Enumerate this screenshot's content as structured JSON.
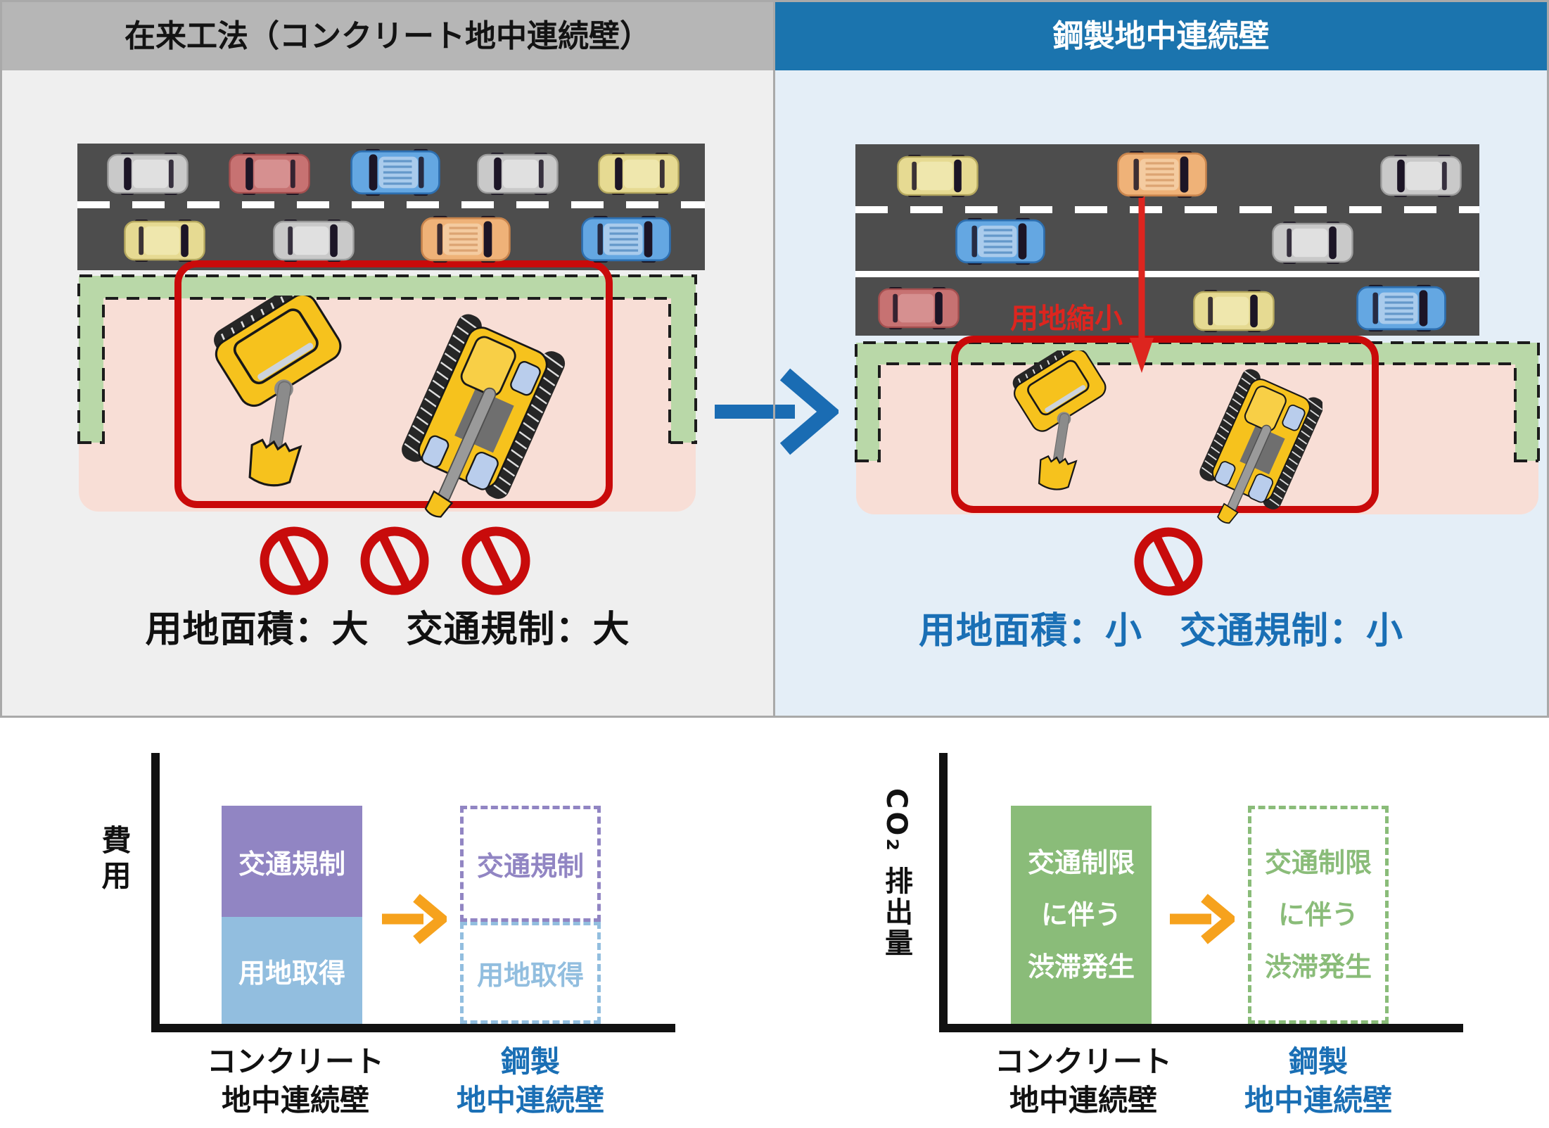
{
  "colors": {
    "header_left_bg": "#b6b6b6",
    "header_right_bg": "#1b74ae",
    "panel_left_bg": "#efefef",
    "panel_right_bg": "#e4eef7",
    "road": "#4d4d4d",
    "site_green": "#b9d8a8",
    "site_pink": "#f8ded6",
    "frame_red": "#c90a0a",
    "alert_red": "#dd251f",
    "accent_blue": "#1a6fb5",
    "bar_purple": "#9185c3",
    "bar_light_blue": "#92bedf",
    "bar_green": "#8abc79",
    "arrow_orange": "#f6a21d",
    "car_silver": "#c9c9c9",
    "car_red": "#c77272",
    "car_blue": "#64a7e2",
    "car_yellow": "#e6da92",
    "car_orange": "#efb278",
    "machine_yellow": "#f6c21d"
  },
  "icons": {
    "prohibition": "no-entry-icon",
    "panel_transition": "arrow-right-icon",
    "site_shrink": "arrow-down-icon",
    "chart_transition": "arrow-right-icon",
    "vehicles": "car-icon",
    "machines": "excavator-icon"
  },
  "panel_left": {
    "header": "在来工法（コンクリート地中連続壁）",
    "caption": "用地面積：大　交通規制：大"
  },
  "panel_right": {
    "header": "鋼製地中連続壁",
    "shrink_label": "用地縮小",
    "caption": "用地面積：小　交通規制：小"
  },
  "chart_cost": {
    "y_axis_label": "費用",
    "solid_bar": {
      "top_label": "交通規制",
      "bottom_label": "用地取得"
    },
    "dashed_bar": {
      "top_label": "交通規制",
      "bottom_label": "用地取得"
    },
    "x_label_1_line1": "コンクリート",
    "x_label_1_line2": "地中連続壁",
    "x_label_2_line1": "鋼製",
    "x_label_2_line2": "地中連続壁"
  },
  "chart_co2": {
    "y_axis_label": "CO₂ 排出量",
    "solid_bar": {
      "line1": "交通制限",
      "line2": "に伴う",
      "line3": "渋滞発生"
    },
    "dashed_bar": {
      "line1": "交通制限",
      "line2": "に伴う",
      "line3": "渋滞発生"
    },
    "x_label_1_line1": "コンクリート",
    "x_label_1_line2": "地中連続壁",
    "x_label_2_line1": "鋼製",
    "x_label_2_line2": "地中連続壁"
  },
  "chart_data": [
    {
      "type": "bar",
      "variant": "stacked-qualitative",
      "ylabel": "費用",
      "categories": [
        "コンクリート地中連続壁",
        "鋼製地中連続壁"
      ],
      "series": [
        {
          "name": "交通規制",
          "values": [
            1,
            1
          ],
          "color": "#9185c3",
          "render": [
            "solid",
            "dashed-outline"
          ]
        },
        {
          "name": "用地取得",
          "values": [
            1,
            1
          ],
          "color": "#92bedf",
          "render": [
            "solid",
            "dashed-outline"
          ]
        }
      ],
      "legend_position": "none",
      "grid": false
    },
    {
      "type": "bar",
      "variant": "qualitative",
      "ylabel": "CO₂ 排出量",
      "categories": [
        "コンクリート地中連続壁",
        "鋼製地中連続壁"
      ],
      "series": [
        {
          "name": "交通制限に伴う渋滞発生",
          "values": [
            1,
            1
          ],
          "color": "#8abc79",
          "render": [
            "solid",
            "dashed-outline"
          ]
        }
      ],
      "legend_position": "none",
      "grid": false
    }
  ]
}
